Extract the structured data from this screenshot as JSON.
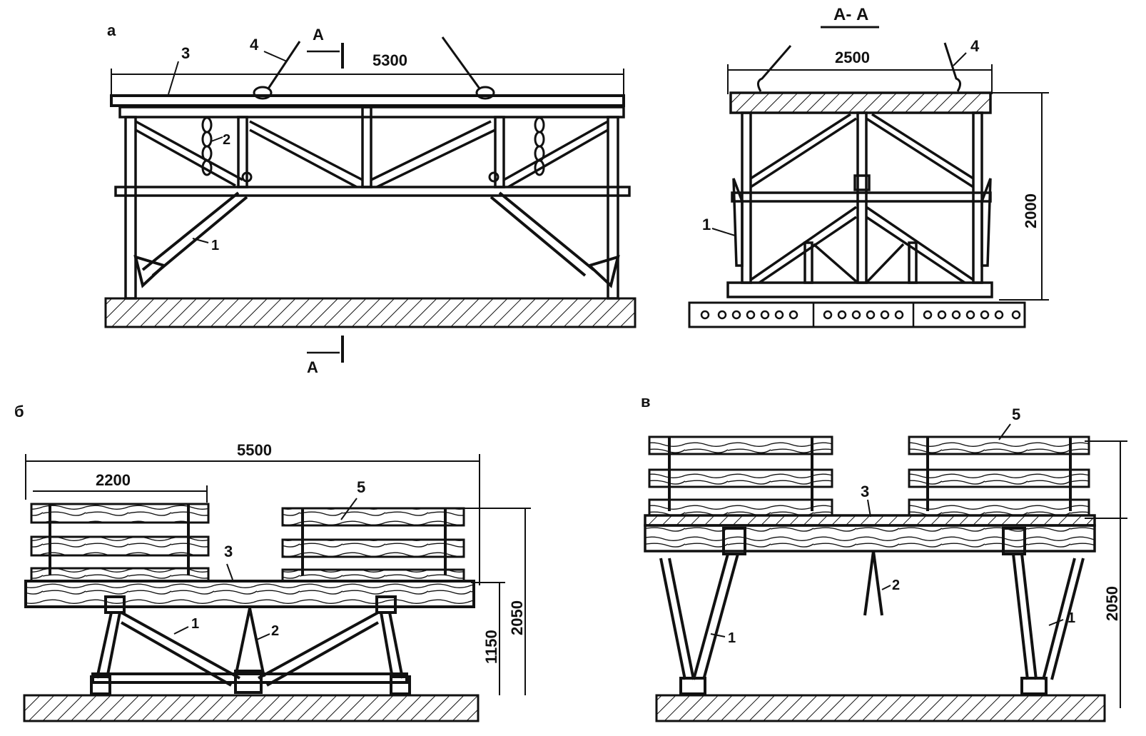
{
  "figure_a": {
    "panel_label": "а",
    "dim_length": "5300",
    "section_mark": "А",
    "callouts": [
      "1",
      "2",
      "3",
      "4"
    ]
  },
  "figure_section": {
    "title": "А- А",
    "dim_width": "2500",
    "dim_height": "2000",
    "callouts": [
      "1",
      "4"
    ]
  },
  "figure_b": {
    "panel_label": "б",
    "dim_total": "5500",
    "dim_box": "2200",
    "dim_low": "1150",
    "dim_high": "2050",
    "callouts": [
      "1",
      "2",
      "3",
      "5"
    ]
  },
  "figure_v": {
    "panel_label": "в",
    "dim_height": "2050",
    "callouts": [
      "1",
      "1",
      "2",
      "3",
      "5"
    ]
  },
  "colors": {
    "ink": "#111111",
    "paper": "#ffffff"
  }
}
